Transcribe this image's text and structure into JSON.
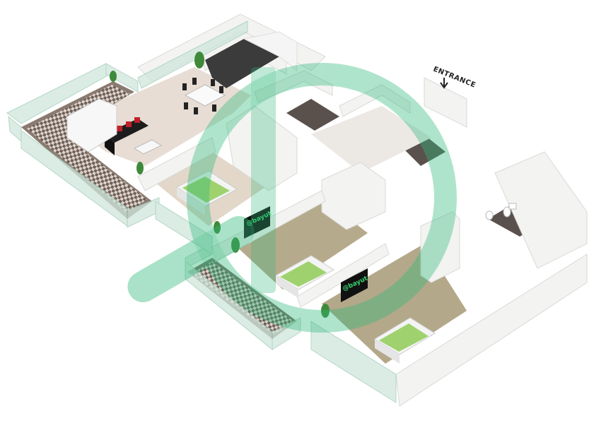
{
  "plan": {
    "entrance_label": "ENTRANCE",
    "tv_brand_text": "@bayut",
    "watermark": "bayut-logo"
  },
  "colors": {
    "floor_tile": "#e7ddd4",
    "floor_wood": "#b6aa8c",
    "bed_green": "#9fd26e",
    "wall": "#f3f3f1",
    "wall_shadow": "#d9d9d6",
    "glass_rail": "#cfe6dc",
    "balcony_check_dark": "#6b5c54",
    "balcony_check_light": "#e6ddd6",
    "dark_floor": "#5a514d",
    "watermark_green": "#2fb87a",
    "sofa": "#1d1d1d",
    "cushion_red": "#c0202a",
    "kitchen_counter": "#3b3b3b"
  }
}
